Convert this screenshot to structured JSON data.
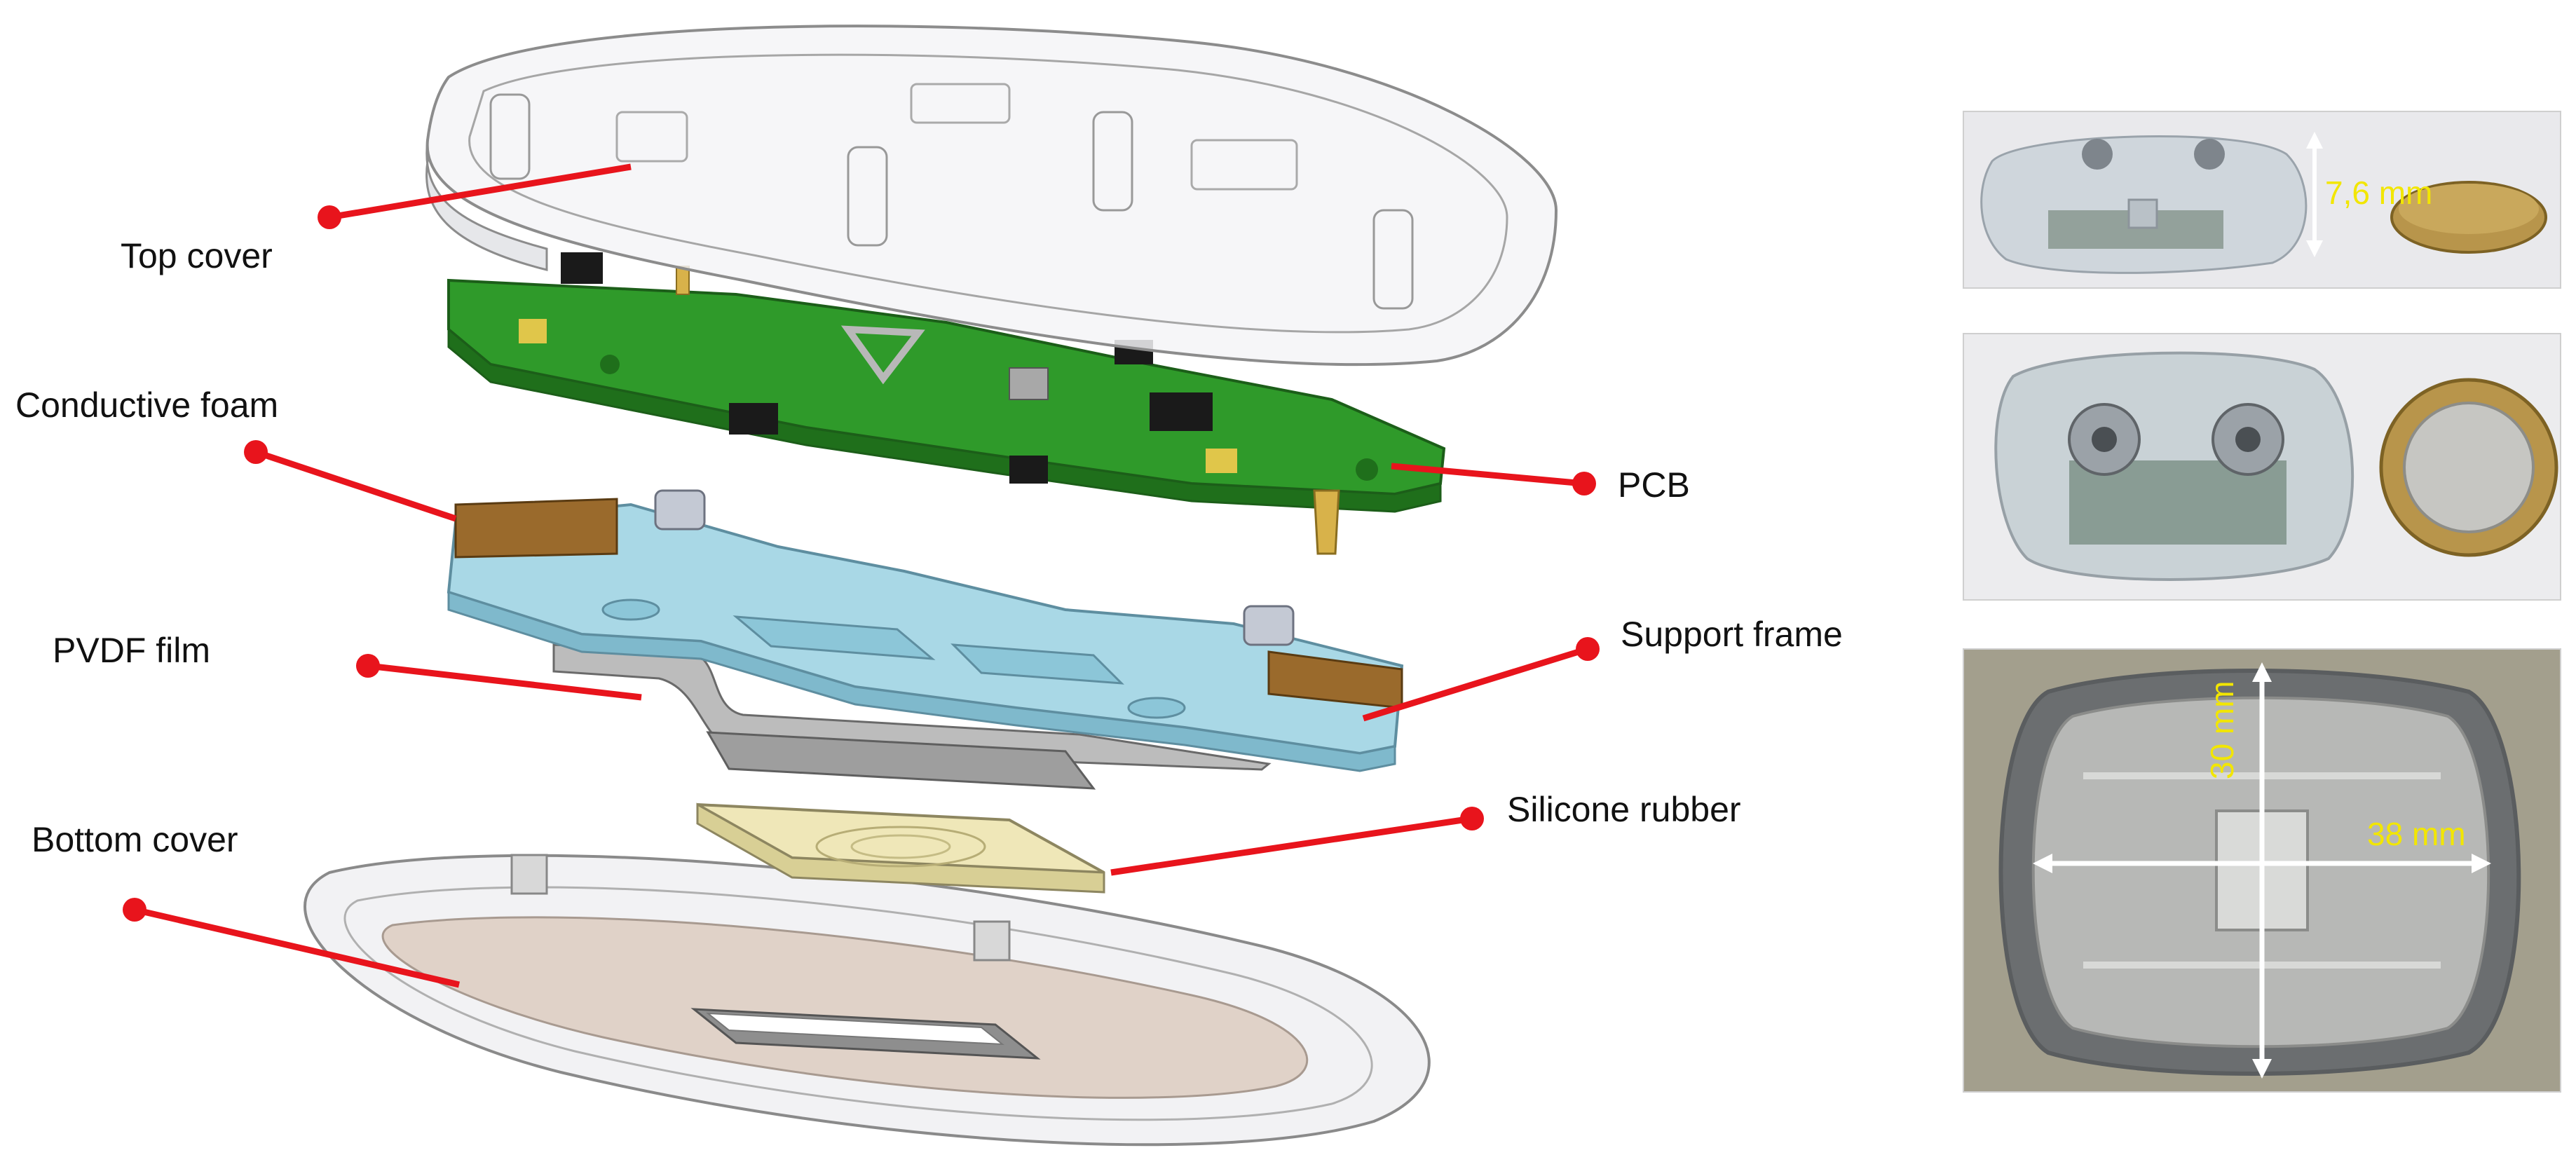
{
  "labels": {
    "top_cover": "Top cover",
    "conductive_foam": "Conductive foam",
    "pcb": "PCB",
    "pvdf_film": "PVDF film",
    "support_frame": "Support frame",
    "silicone_rubber": "Silicone rubber",
    "bottom_cover": "Bottom cover"
  },
  "dimensions": {
    "height": "7,6 mm",
    "width": "30 mm",
    "length": "38 mm"
  },
  "colors": {
    "leader_line": "#e8141c",
    "pcb_green": "#2f9a2a",
    "frame_blue": "#a9d8e6",
    "foam_brown": "#9a6a2c",
    "film_gray": "#9e9e9e",
    "rubber_yellow": "#efe7b8",
    "bottom_pad": "#e0d2c8",
    "dimension_text": "#f2e600"
  }
}
